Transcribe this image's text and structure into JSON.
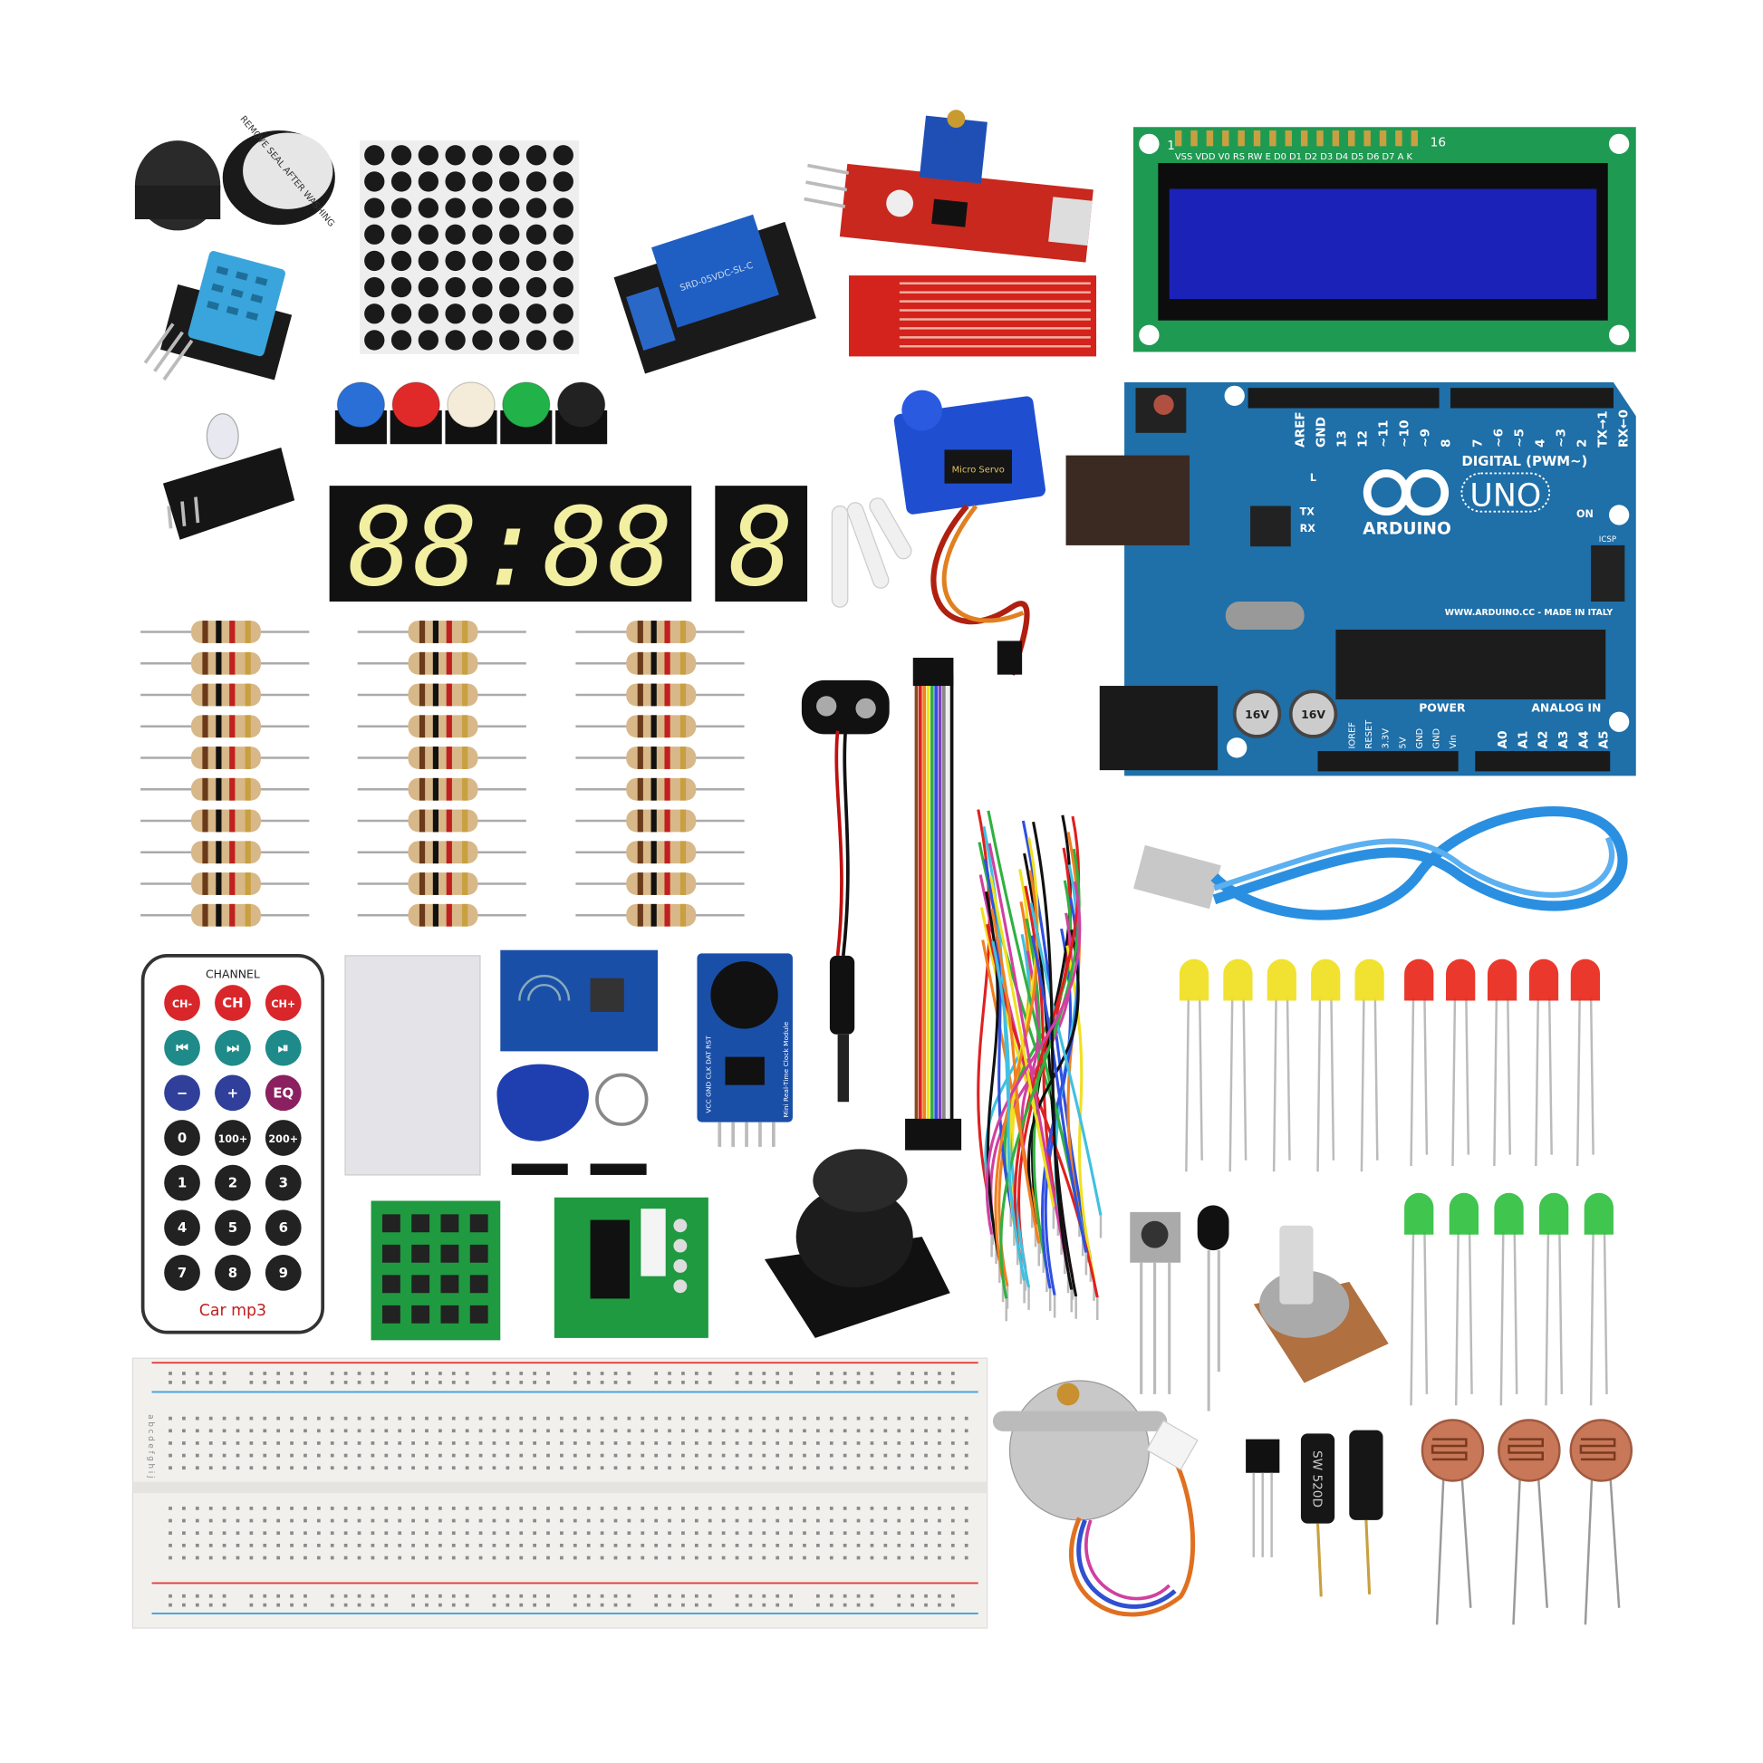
{
  "background": "#ffffff",
  "arduino": {
    "brand": "ARDUINO",
    "model": "UNO",
    "digital_label": "DIGITAL (PWM~)",
    "digital_pins": [
      "AREF",
      "GND",
      "13",
      "12",
      "~11",
      "~10",
      "~9",
      "8",
      "7",
      "~6",
      "~5",
      "4",
      "~3",
      "2",
      "TX→1",
      "RX←0"
    ],
    "tx": "TX",
    "rx": "RX",
    "on": "ON",
    "l": "L",
    "website": "WWW.ARDUINO.CC - MADE IN ITALY",
    "power_label": "POWER",
    "analog_label": "ANALOG IN",
    "power_pins": [
      "IOREF",
      "RESET",
      "3.3V",
      "5V",
      "GND",
      "GND",
      "Vin"
    ],
    "analog_pins": [
      "A0",
      "A1",
      "A2",
      "A3",
      "A4",
      "A5"
    ],
    "icsp": "ICSP",
    "cap_label": "16V",
    "board_color": "#1f6fa8"
  },
  "lcd": {
    "pin_start": "1",
    "pin_end": "16",
    "pin_labels": "VSS VDD V0 RS RW E D0 D1 D2 D3 D4 D5 D6 D7 A K",
    "screen_color": "#1b22b8",
    "pcb_color": "#1f9a52"
  },
  "servo": {
    "label": "Micro Servo"
  },
  "buzzer": {
    "sticker": "REMOVE SEAL AFTER WASHING"
  },
  "remote": {
    "header": "CHANNEL",
    "keys": [
      "CH-",
      "CH",
      "CH+",
      "⏮",
      "⏭",
      "⏯",
      "−",
      "+",
      "EQ",
      "0",
      "100+",
      "200+",
      "1",
      "2",
      "3",
      "4",
      "5",
      "6",
      "7",
      "8",
      "9"
    ],
    "key_colors": [
      "#d8262a",
      "#d8262a",
      "#d8262a",
      "#1f8a8a",
      "#1f8a8a",
      "#1f8a8a",
      "#2f3f9a",
      "#2f3f9a",
      "#8a2060",
      "#222",
      "#222",
      "#222",
      "#222",
      "#222",
      "#222",
      "#222",
      "#222",
      "#222",
      "#222",
      "#222",
      "#222"
    ],
    "brand": "Car mp3"
  },
  "seven_segment": {
    "four_digit": "88:88",
    "single_digit": "8",
    "segment_color": "#f2f0a0"
  },
  "buttons": {
    "cap_colors": [
      "#2a6fd6",
      "#e02a2a",
      "#f4ecd8",
      "#22b24a",
      "#222222"
    ]
  },
  "leds": {
    "yellow": "#f0e020",
    "red": "#e8281a",
    "green": "#30c040"
  },
  "relay": {
    "label": "SRD-05VDC-SL-C"
  },
  "rtc": {
    "label": "Mini Real-Time Clock Module",
    "pins": "VCC GND CLK DAT RST"
  },
  "breadboard": {
    "rows": "a b c d e f g h i j"
  },
  "capacitor": {
    "label": "SW 520D"
  }
}
